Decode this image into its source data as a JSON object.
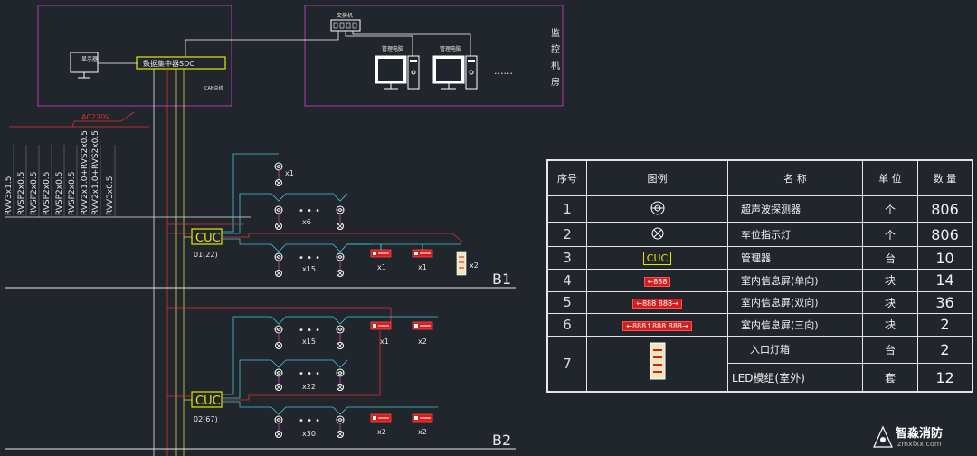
{
  "monitor_room": {
    "label": "监控机房",
    "switch": "交换机",
    "display": "显示器",
    "sdc": "数据集中器SDC",
    "can_bus": "CAN总线",
    "mgmt_pc_1": "管理电脑",
    "mgmt_pc_2": "管理电脑",
    "more": "......"
  },
  "power": {
    "ac": "AC220V"
  },
  "cables": [
    "RVV3x1.5",
    "RVSP2x0.5",
    "RVSP2x0.5",
    "RVSP2x0.5",
    "RVSP2x0.5",
    "RVSP2x0.5",
    "RVV2x1.0+RVS2x0.5",
    "RVV2x1.0+RVS2x0.5",
    "RVV3x0.5"
  ],
  "b1": {
    "floor": "B1",
    "cuc": "CUC",
    "cuc_id": "01(22)",
    "row1_count": "x1",
    "row2_count": "x6",
    "row3_count": "x15",
    "screen1": "x1",
    "screen2": "x1",
    "lightbox": "x2"
  },
  "b2": {
    "floor": "B2",
    "cuc": "CUC",
    "cuc_id": "02(67)",
    "row1_count": "x15",
    "row2_count": "x22",
    "row3_count": "x30",
    "screen_r1a": "x1",
    "screen_r1b": "x2",
    "screen_r3a": "x2",
    "screen_r3b": "x2"
  },
  "legend": {
    "headers": {
      "no": "序号",
      "icon": "图例",
      "name": "名 称",
      "unit": "单 位",
      "qty": "数 量"
    },
    "rows": [
      {
        "no": "1",
        "name": "超声波探测器",
        "unit": "个",
        "qty": "806"
      },
      {
        "no": "2",
        "name": "车位指示灯",
        "unit": "个",
        "qty": "806"
      },
      {
        "no": "3",
        "icon_text": "CUC",
        "name": "管理器",
        "unit": "台",
        "qty": "10"
      },
      {
        "no": "4",
        "icon_text": "←888",
        "name": "室内信息屏(单向)",
        "unit": "块",
        "qty": "14"
      },
      {
        "no": "5",
        "icon_text": "←888 888→",
        "name": "室内信息屏(双向)",
        "unit": "块",
        "qty": "36"
      },
      {
        "no": "6",
        "icon_text": "←888↑888 888→",
        "name": "室内信息屏(三向)",
        "unit": "块",
        "qty": "2"
      },
      {
        "no": "7",
        "name_a": "入口灯箱",
        "unit_a": "台",
        "qty_a": "2",
        "name_b": "LED模组(室外)",
        "unit_b": "套",
        "qty_b": "12"
      }
    ]
  },
  "watermark": {
    "brand": "智淼消防",
    "site": "zmxfxx.com"
  }
}
